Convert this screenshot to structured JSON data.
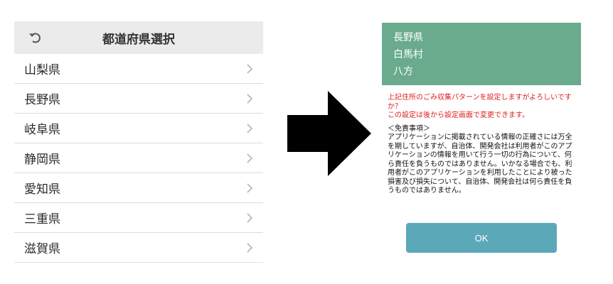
{
  "prefecture_list": {
    "title": "都道府県選択",
    "back_icon": "undo-arrow-icon",
    "items": [
      {
        "label": "山梨県"
      },
      {
        "label": "長野県"
      },
      {
        "label": "岐阜県"
      },
      {
        "label": "静岡県"
      },
      {
        "label": "愛知県"
      },
      {
        "label": "三重県"
      },
      {
        "label": "滋賀県"
      }
    ],
    "item_icon": "chevron-right-icon"
  },
  "arrow_icon": "right-arrow-icon",
  "confirmation": {
    "address": {
      "prefecture": "長野県",
      "municipality": "白馬村",
      "area": "八方"
    },
    "confirm_line1": "上記住所のごみ収集パターンを設定しますがよろしいですか？",
    "confirm_line2": "この設定は後から設定画面で変更できます。",
    "disclaimer_title": "＜免責事項＞",
    "disclaimer_body": "アプリケーションに掲載されている情報の正確さには万全を期していますが、自治体、開発会社は利用者がこのアプリケーションの情報を用いて行う一切の行為について、何ら責任を負うものではありません。いかなる場合でも、利用者がこのアプリケーションを利用したことにより被った損害及び損失について、自治体、開発会社は何ら責任を負うものではありません。",
    "ok_label": "OK"
  },
  "colors": {
    "header_bg": "#ebebeb",
    "address_bg": "#6aab8e",
    "warning_text": "#e02020",
    "ok_button": "#5ba8b8"
  }
}
